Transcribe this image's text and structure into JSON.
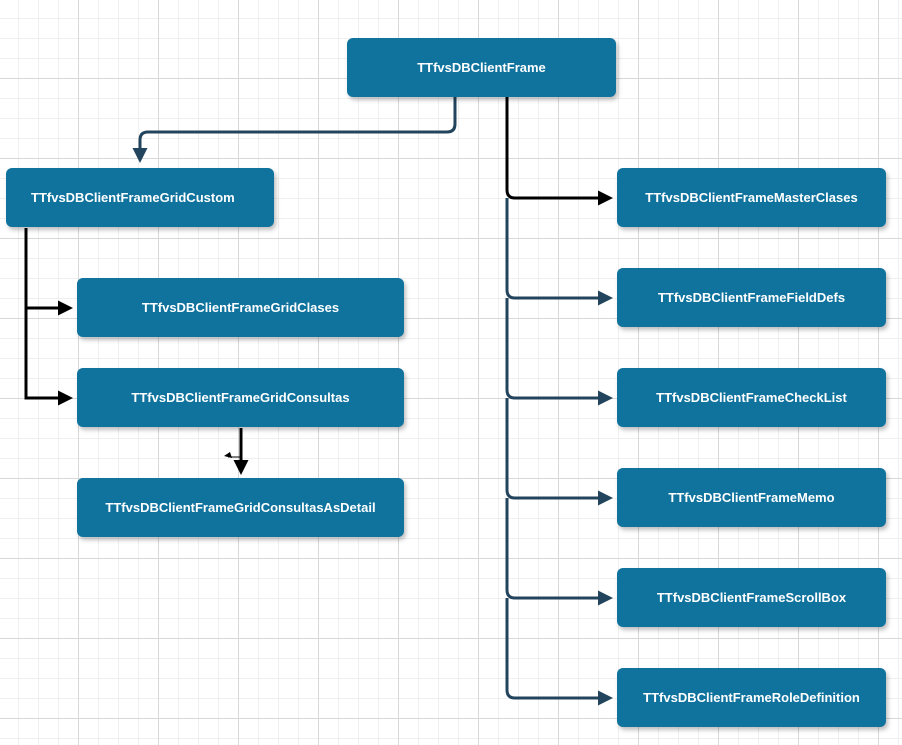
{
  "colors": {
    "node_fill": "#10739e",
    "node_text": "#ffffff",
    "edge_dark": "#000000",
    "edge_slate": "#23445d",
    "grid": "#d8d8d8"
  },
  "nodes": {
    "root": "TTfvsDBClientFrame",
    "grid_custom": "TTfvsDBClientFrameGridCustom",
    "grid_clases": "TTfvsDBClientFrameGridClases",
    "grid_consultas": "TTfvsDBClientFrameGridConsultas",
    "grid_consultas_detail": "TTfvsDBClientFrameGridConsultasAsDetail",
    "master_clases": "TTfvsDBClientFrameMasterClases",
    "field_defs": "TTfvsDBClientFrameFieldDefs",
    "check_list": "TTfvsDBClientFrameCheckList",
    "memo": "TTfvsDBClientFrameMemo",
    "scroll_box": "TTfvsDBClientFrameScrollBox",
    "role_definition": "TTfvsDBClientFrameRoleDefinition"
  },
  "edges": [
    {
      "from": "root",
      "to": "grid_custom",
      "style": "slate"
    },
    {
      "from": "root",
      "to": "master_clases",
      "style": "dark"
    },
    {
      "from": "root",
      "to": "field_defs",
      "style": "slate"
    },
    {
      "from": "root",
      "to": "check_list",
      "style": "slate"
    },
    {
      "from": "root",
      "to": "memo",
      "style": "slate"
    },
    {
      "from": "root",
      "to": "scroll_box",
      "style": "slate"
    },
    {
      "from": "root",
      "to": "role_definition",
      "style": "slate"
    },
    {
      "from": "grid_custom",
      "to": "grid_clases",
      "style": "dark"
    },
    {
      "from": "grid_custom",
      "to": "grid_consultas",
      "style": "dark"
    },
    {
      "from": "grid_consultas",
      "to": "grid_consultas_detail",
      "style": "dark"
    }
  ]
}
